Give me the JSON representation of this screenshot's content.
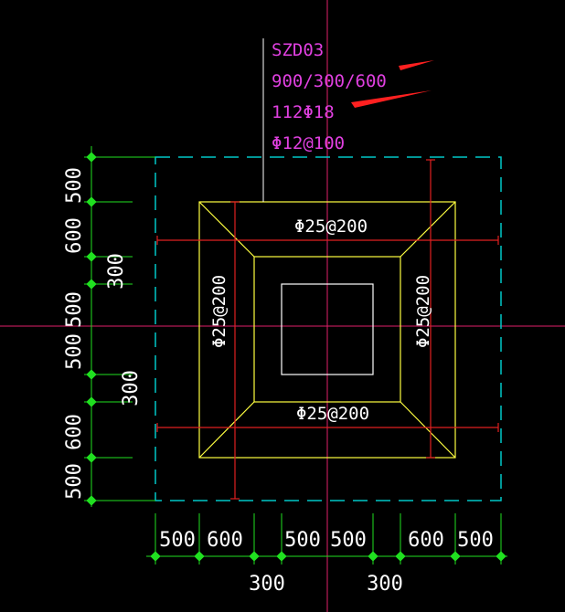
{
  "annotation": {
    "lines": [
      "SZD03",
      "900/300/600",
      "112Φ18",
      "Φ12@100"
    ],
    "color": "#e040e0"
  },
  "rebar_labels": {
    "top": "Φ25@200",
    "bottom": "Φ25@200",
    "left": "Φ25@200",
    "right": "Φ25@200",
    "color": "#ffffff"
  },
  "left_dims": {
    "main": [
      "500",
      "600",
      "500",
      "500",
      "600",
      "500"
    ],
    "secondary": [
      "300",
      "300"
    ],
    "color": "#ffffff"
  },
  "bottom_dims": {
    "main": [
      "500",
      "600",
      "500",
      "500",
      "600",
      "500"
    ],
    "secondary": [
      "300",
      "300"
    ],
    "color": "#ffffff"
  },
  "colors": {
    "background": "#000000",
    "crosshair": "#e0206a",
    "dashed_outline": "#00c8c8",
    "footing_outline": "#ffff40",
    "rebar": "#e02020",
    "column": "#ffffff",
    "dim_lines": "#20e020",
    "arrow": "#ff2020"
  }
}
